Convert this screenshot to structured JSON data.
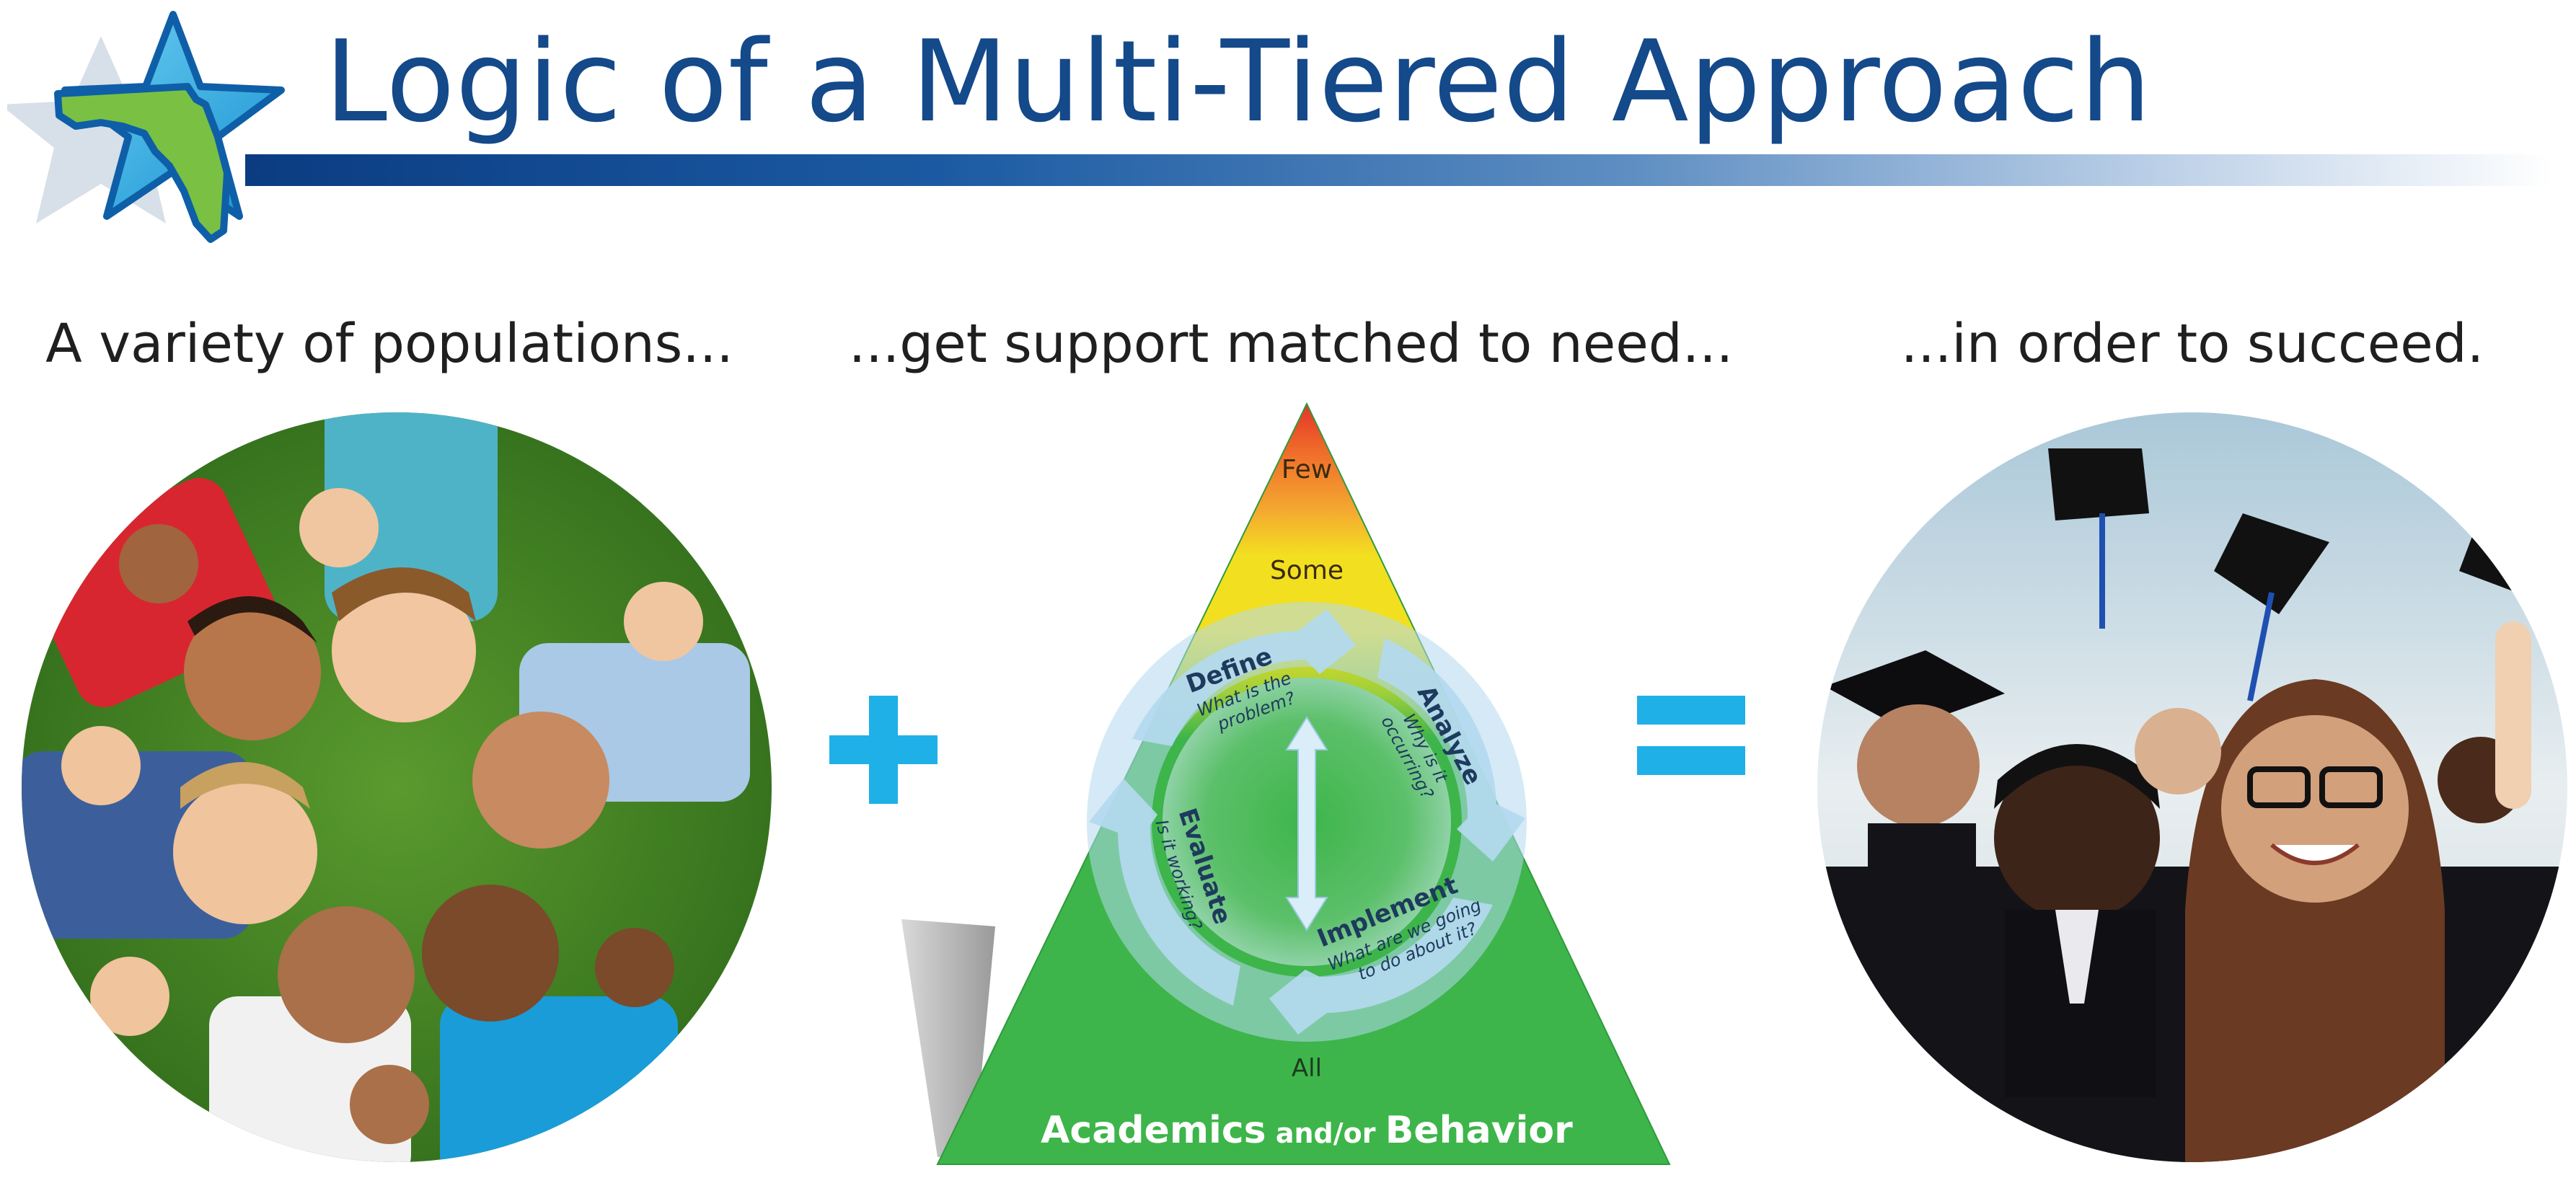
{
  "header": {
    "title": "Logic of a Multi-Tiered Approach"
  },
  "captions": {
    "populations": "A variety of populations...",
    "support": "...get support matched to need...",
    "succeed": "...in order to succeed."
  },
  "pyramid": {
    "tiers": {
      "few": "Few",
      "some": "Some",
      "all": "All"
    },
    "base": {
      "strong_1": "Academics",
      "connector": " and/or ",
      "strong_2": "Behavior"
    },
    "cycle": {
      "define": {
        "title": "Define",
        "line1": "What is the",
        "line2": "problem?"
      },
      "analyze": {
        "title": "Analyze",
        "line1": "Why is it",
        "line2": "occurring?"
      },
      "implement": {
        "title": "Implement",
        "line1": "What are we going",
        "line2": "to do about it?"
      },
      "evaluate": {
        "title": "Evaluate",
        "line1": "Is it working?"
      }
    }
  },
  "colors": {
    "title": "#14498a",
    "operator": "#1fb0e8",
    "tier_top": "#e4342a",
    "tier_middle": "#f2e020",
    "tier_base": "#3db54a",
    "cycle_arrow": "#b3d9ef"
  },
  "icons": {
    "logo": "florida-star-icon",
    "plus": "plus-icon",
    "equals": "equals-icon"
  }
}
